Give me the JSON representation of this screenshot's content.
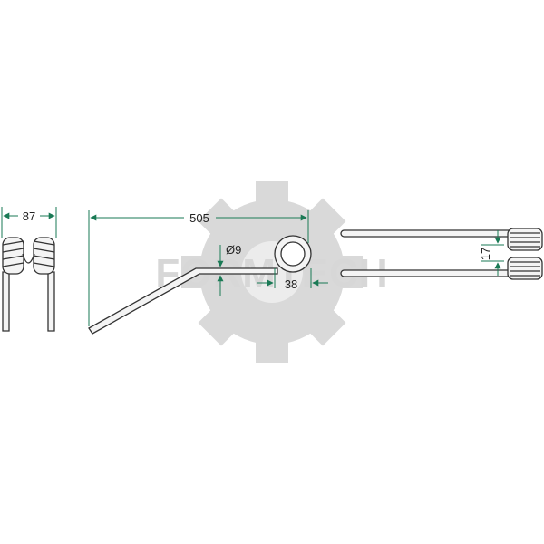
{
  "watermark": {
    "text": "FORMTECH"
  },
  "dimensions": {
    "width": "87",
    "length": "505",
    "wire_diameter": "Ø9",
    "coil_diameter": "38",
    "coil_offset": "17"
  },
  "colors": {
    "dimension_line": "#1a7a55",
    "outline": "#333333",
    "part_fill": "#f4f4f4",
    "watermark": "#d7d7d7",
    "background": "#ffffff"
  }
}
